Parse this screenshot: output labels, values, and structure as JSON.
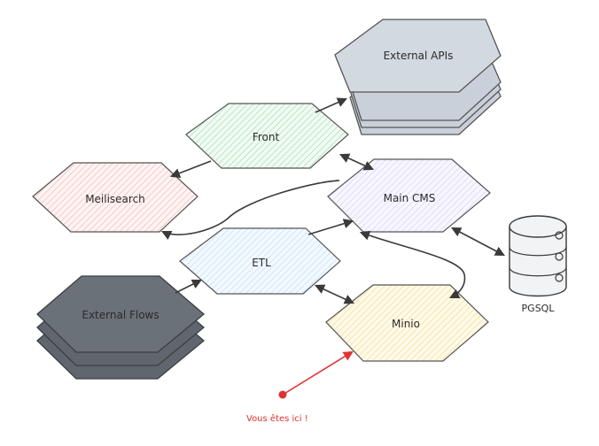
{
  "nodes": {
    "external_apis": {
      "label": "External APIs"
    },
    "front": {
      "label": "Front"
    },
    "meilisearch": {
      "label": "Meilisearch"
    },
    "main_cms": {
      "label": "Main CMS"
    },
    "etl": {
      "label": "ETL"
    },
    "external_flows": {
      "label": "External Flows"
    },
    "minio": {
      "label": "Minio"
    },
    "pgsql": {
      "label": "PGSQL"
    }
  },
  "annotation": {
    "label": "Vous êtes ici !"
  },
  "colors": {
    "front": "#2f9e44",
    "meilisearch": "#e03131",
    "main_cms": "#9c8ff0",
    "etl": "#4dabf7",
    "minio": "#f0c040",
    "external_apis": "#a8b3c0",
    "external_flows": "#5a6068",
    "annotation": "#e03131"
  }
}
